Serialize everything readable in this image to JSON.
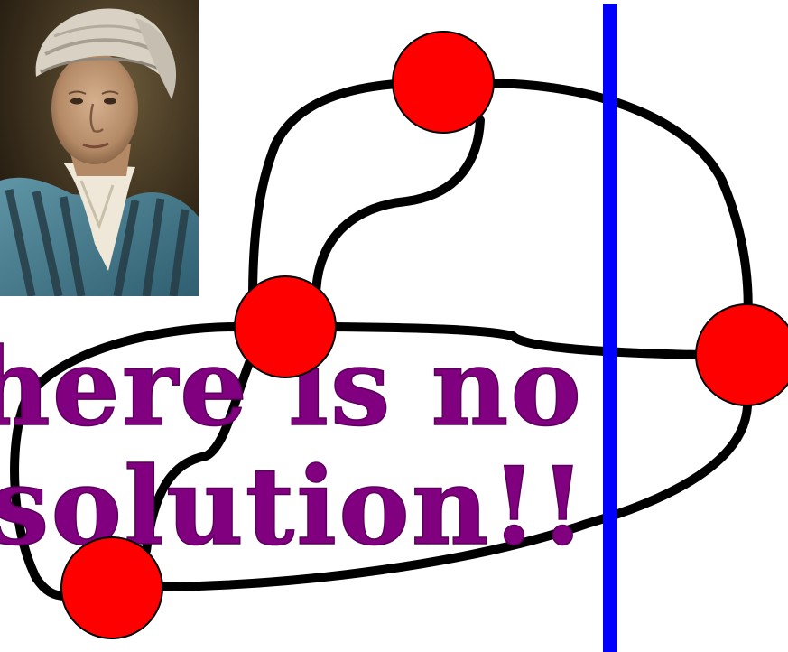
{
  "message": {
    "line1": "here is no",
    "line2": "solution!!"
  },
  "colors": {
    "background": "#ffffff",
    "vertex_fill": "#ff0000",
    "vertex_stroke": "#000000",
    "edge": "#000000",
    "divider": "#0000ff",
    "message_text": "#800080"
  },
  "portrait": {
    "icon": "portrait-of-man-in-turban-icon"
  },
  "graph": {
    "vertex_count": 4,
    "edge_count": 7
  }
}
